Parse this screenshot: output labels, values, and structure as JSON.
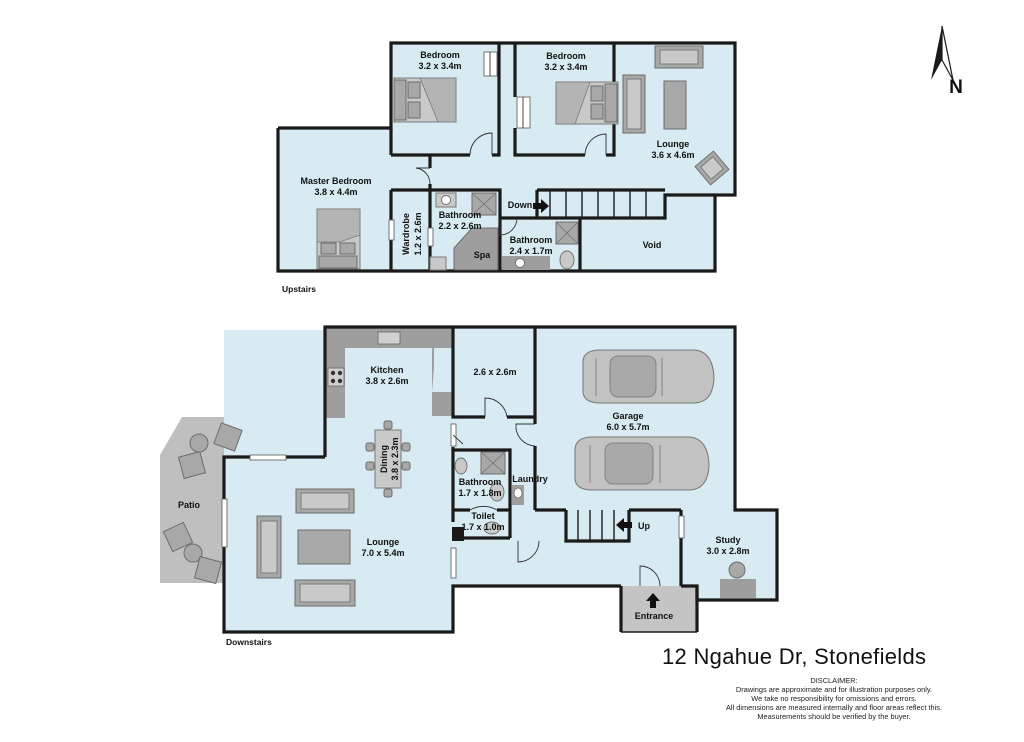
{
  "compass": {
    "label": "N",
    "icon": "north-arrow-icon"
  },
  "upstairs": {
    "section_label": "Upstairs",
    "rooms": [
      {
        "name": "Bedroom",
        "dims": "3.2 x 3.4m"
      },
      {
        "name": "Bedroom",
        "dims": "3.2 x 3.4m"
      },
      {
        "name": "Lounge",
        "dims": "3.6 x 4.6m"
      },
      {
        "name": "Master Bedroom",
        "dims": "3.8 x 4.4m"
      },
      {
        "name": "Wardrobe",
        "dims": "1.2 x 2.6m"
      },
      {
        "name": "Bathroom",
        "dims": "2.2 x 2.6m"
      },
      {
        "name": "Spa"
      },
      {
        "name": "Bathroom",
        "dims": "2.4 x 1.7m"
      },
      {
        "name": "Void"
      }
    ],
    "stair_label": "Down"
  },
  "downstairs": {
    "section_label": "Downstairs",
    "rooms": [
      {
        "name": "Kitchen",
        "dims": "3.8 x 2.6m"
      },
      {
        "name": "",
        "dims": "2.6 x 2.6m"
      },
      {
        "name": "Garage",
        "dims": "6.0 x 5.7m"
      },
      {
        "name": "Dining",
        "dims": "3.8 x 2.3m"
      },
      {
        "name": "Patio"
      },
      {
        "name": "Bathroom",
        "dims": "1.7 x 1.8m"
      },
      {
        "name": "Laundry"
      },
      {
        "name": "Toilet",
        "dims": "1.7 x 1.0m"
      },
      {
        "name": "Lounge",
        "dims": "7.0 x 5.4m"
      },
      {
        "name": "Study",
        "dims": "3.0 x 2.8m"
      },
      {
        "name": "Entrance"
      }
    ],
    "stair_label": "Up"
  },
  "address": "12 Ngahue Dr, Stonefields",
  "disclaimer": {
    "heading": "DISCLAIMER:",
    "lines": [
      "Drawings are approximate and for illustration purposes only.",
      "We take no responsibility for omissions and errors.",
      "All dimensions are measured internally and floor areas reflect this.",
      "Measurements should be verified by the buyer."
    ]
  }
}
